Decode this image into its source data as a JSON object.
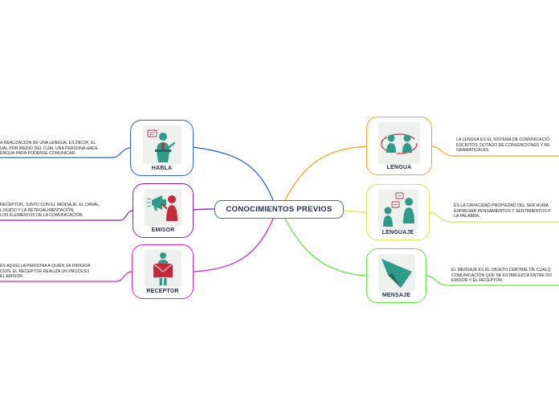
{
  "center": {
    "title": "CONOCIMIENTOS PREVIOS"
  },
  "nodes": {
    "habla": {
      "label": "HABLA",
      "color": "#2a5fd6",
      "icon": "speaker-podium-icon",
      "note": "A REALIZACION DE UNA LENGUA, ES DECIR, EL\nUAL POR MEDIO DEL CUAL UNA PERSONA HACE\nENGUA PARA PODERSE COMUNICAR."
    },
    "emisor": {
      "label": "EMISOR",
      "color": "#7b1fd1",
      "icon": "megaphone-icon",
      "note": "RECEPTOR, JUNTO CON EL MENSAJE, EL CANAL,\nL RUIDO Y LA RETROALIMENTACIÓN,\nLOS ELEMENTOS DE LA COMUNICACIÓN."
    },
    "receptor": {
      "label": "RECEPTOR",
      "color": "#e21fd0",
      "icon": "envelope-person-icon",
      "note": "ES AQUELLA PERSONA A QUIEN VA DIRIGIDA\nCION. EL RECEPTOR REALIZA UN PROCESO\nEL EMISOR."
    },
    "lengua": {
      "label": "LENGUA",
      "color": "#f4a21f",
      "icon": "exchange-people-icon",
      "note": "LA LENGUA ES EL SISTEMA DE COMUNICACIÓ\nESCRITOS, DOTADO DE CONVENCIONES Y RE\nGRAMATICALES."
    },
    "lenguaje": {
      "label": "LENGUAJE",
      "color": "#dbe84a",
      "icon": "chat-people-icon",
      "note": "ES LA CAPACIDAD PROPIEDAD DEL SER HUMA\nEXPRESAR PENSAMIENTOS Y SENTIMIENTOS P\nLA PALABRA."
    },
    "mensaje": {
      "label": "MENSAJE",
      "color": "#5ee83a",
      "icon": "paper-plane-icon",
      "note": "EL MENSAJE ES EL OBJETO CENTRAL DE CUALQ\nCOMUNICACIÓN QUE SE ESTABLEZCA ENTRE DO\nEMISOR Y EL RECEPTOR."
    }
  }
}
